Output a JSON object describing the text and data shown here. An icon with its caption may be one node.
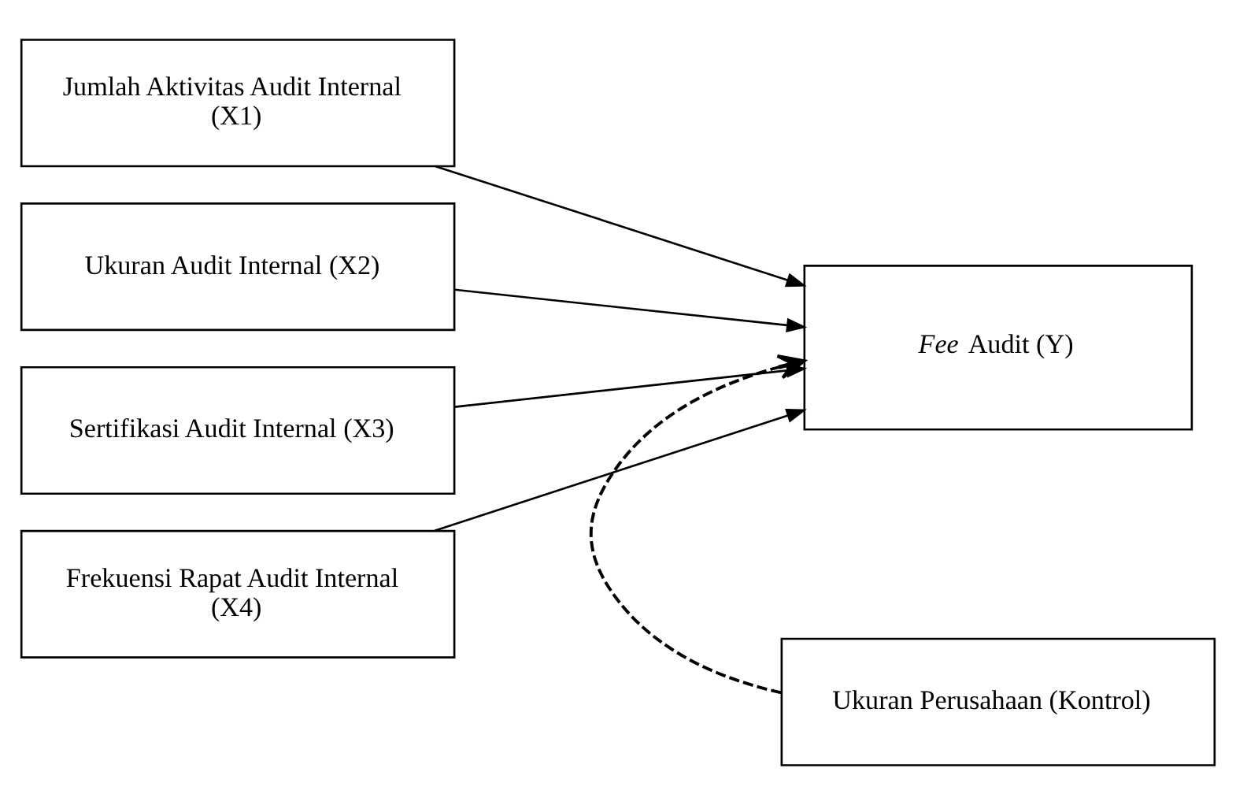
{
  "diagram": {
    "nodes": [
      {
        "text": [
          "Jumlah Aktivitas Audit Internal (X1)"
        ]
      },
      {
        "text": [
          "Ukuran Audit Internal (X2)"
        ]
      },
      {
        "text": [
          "Sertifikasi Audit Internal (X3)"
        ]
      },
      {
        "text": [
          "Frekuensi Rapat Audit Internal (X4)"
        ]
      },
      {
        "text": [
          "*Fee* Audit (Y)"
        ]
      },
      {
        "text": [
          "Ukuran Perusahaan (Kontrol)"
        ]
      }
    ],
    "edges": [
      {
        "from": 0,
        "to": 4,
        "arrow": "to"
      },
      {
        "from": 1,
        "to": 4,
        "arrow": "to"
      },
      {
        "from": 2,
        "to": 4,
        "arrow": "to"
      },
      {
        "from": 3,
        "to": 4,
        "arrow": "to"
      },
      {
        "from": 5,
        "to": 4,
        "arrow": "to",
        "style": "dashed"
      }
    ]
  }
}
